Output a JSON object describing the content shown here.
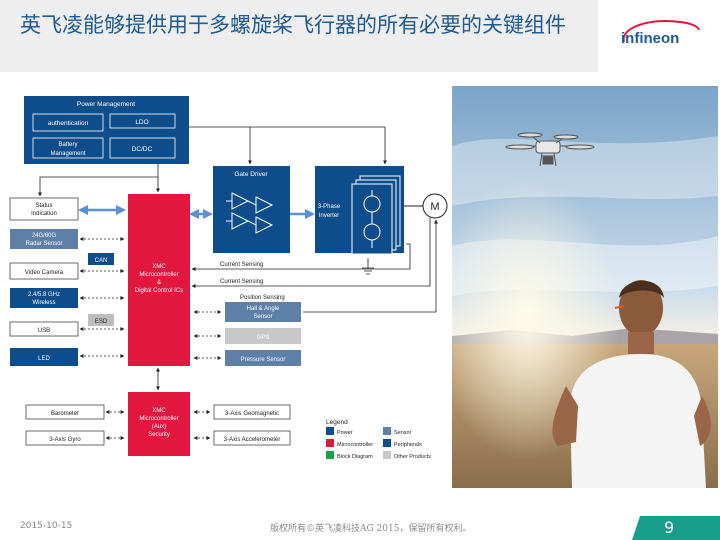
{
  "title": "英飞凌能够提供用于多螺旋桨飞行器的所有必要的关键组件",
  "logo_text": "infineon",
  "footer": {
    "date": "2015-10-15",
    "copyright": "版权所有©英飞凌科技AG 2015，保留所有权利。",
    "page": "9"
  },
  "diagram": {
    "power_management": "Power Management",
    "authentication": "authentication",
    "ldo": "LDO",
    "battery_l1": "Battery",
    "battery_l2": "Management",
    "dcdc": "DC/DC",
    "gate_driver": "Gate Driver",
    "inverter_l1": "3-Phase",
    "inverter_l2": "Inverter",
    "motor": "M",
    "status_l1": "Status",
    "status_l2": "Indication",
    "radar_l1": "24G/60G",
    "radar_l2": "Radar Sensor",
    "video": "Video Camera",
    "wireless_l1": "2.4/5.8 GHz",
    "wireless_l2": "Wireless",
    "usb": "USB",
    "led": "LED",
    "can": "CAN",
    "esd": "ESD",
    "xmc1_l1": "XMC",
    "xmc1_l2": "Microcontroller",
    "xmc1_l3": "&",
    "xmc1_l4": "Digital Control ICs",
    "current1": "Current Sensing",
    "current2": "Current Sensing",
    "position": "Position Sensing",
    "hall_l1": "Hall & Angle",
    "hall_l2": "Sensor",
    "gps": "GPS",
    "pressure": "Pressure Sensor",
    "xmc2_l1": "XMC",
    "xmc2_l2": "Microcontroller",
    "xmc2_l3": "(Aux)",
    "xmc2_l4": "Security",
    "barometer": "Barometer",
    "gyro": "3-Axis Gyro",
    "geomag": "3-Axis Geomagnetic",
    "accel": "3-Axis Accelerometer",
    "legend": {
      "title": "Legend",
      "power": "Power",
      "sensor": "Sensor",
      "microcontroller": "Microcontroller",
      "peripherals": "Peripherals",
      "block": "Block Diagram",
      "other": "Other Products"
    }
  },
  "colors": {
    "power": "#0d4d8c",
    "sensor": "#5d7fa8",
    "microcontroller": "#e2173d",
    "peripherals": "#0d4d8c",
    "block": "#1aa34a",
    "other": "#c8c8c8",
    "title": "#1e5a96",
    "page_accent": "#1a9e8c"
  }
}
